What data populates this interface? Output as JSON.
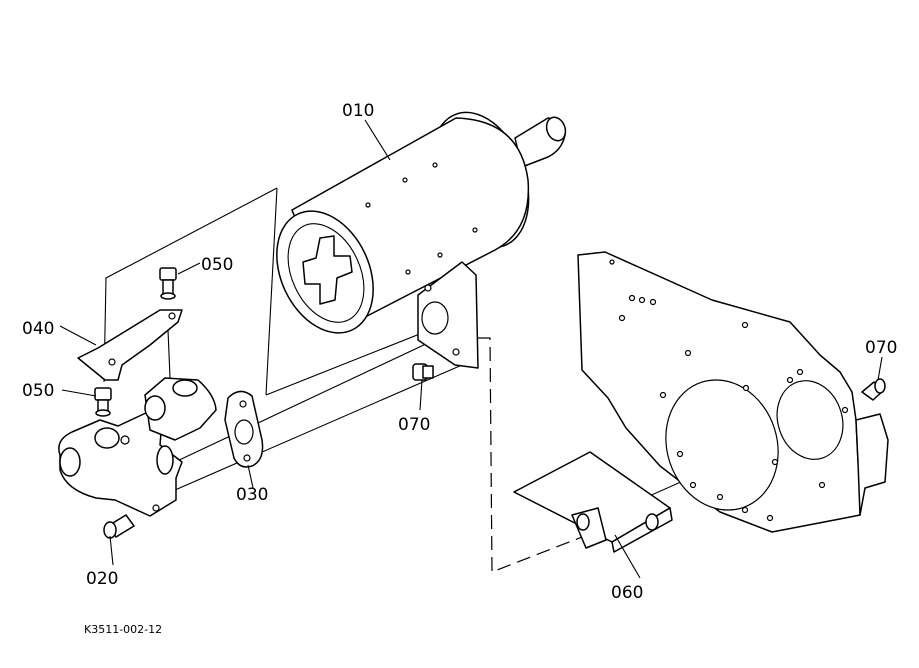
{
  "diagram": {
    "labels": {
      "p010": "010",
      "p020": "020",
      "p030": "030",
      "p040": "040",
      "p050_top": "050",
      "p050_left": "050",
      "p060": "060",
      "p070_mid": "070",
      "p070_right": "070"
    },
    "drawing_code": "K3511-002-12"
  }
}
